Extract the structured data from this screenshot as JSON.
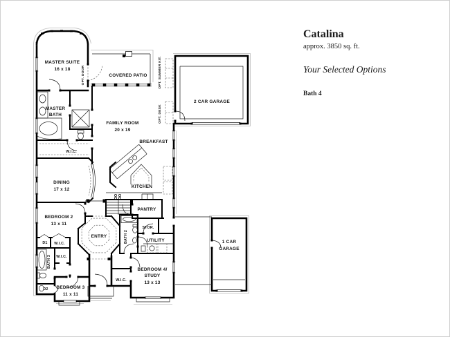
{
  "sidebar": {
    "title": "Catalina",
    "sqft": "approx. 3850 sq. ft.",
    "options_heading": "Your Selected Options",
    "option_1": "Bath 4"
  },
  "plan": {
    "labels": {
      "master_suite": "MASTER SUITE",
      "master_suite_dims": "16 x 18",
      "opt_door": "OPT. DOOR",
      "covered_patio": "COVERED PATIO",
      "opt_summer_kit": "OPT. SUMMER KIT.",
      "garage_2car": "2 CAR GARAGE",
      "master_bath_1": "MASTER",
      "master_bath_2": "BATH",
      "family_room": "FAMILY ROOM",
      "family_room_dims": "20 x 19",
      "opt_desk": "OPT. DESK",
      "breakfast": "BREAKFAST",
      "wic_master": "W.I.C.",
      "dining": "DINING",
      "dining_dims": "17 x 12",
      "kitchen": "KITCHEN",
      "pantry": "PANTRY",
      "bedroom_2": "BEDROOM 2",
      "bedroom_2_dims": "13 x 11",
      "entry": "ENTRY",
      "stor": "STOR.",
      "bath_2": "BATH 2",
      "utility": "UTILITY",
      "d1": "D1",
      "wic_d1": "W.I.C.",
      "bath_3": "BATH 3",
      "wic_hall": "W.I.C.",
      "d2": "D2",
      "bedroom_3": "BEDROOM 3",
      "bedroom_3_dims": "11 x 11",
      "wic_bed4": "W.I.C.",
      "bedroom_4_1": "BEDROOM 4/",
      "bedroom_4_2": "STUDY",
      "bedroom_4_dims": "13 x 13",
      "garage_1car_1": "1 CAR",
      "garage_1car_2": "GARAGE"
    }
  }
}
